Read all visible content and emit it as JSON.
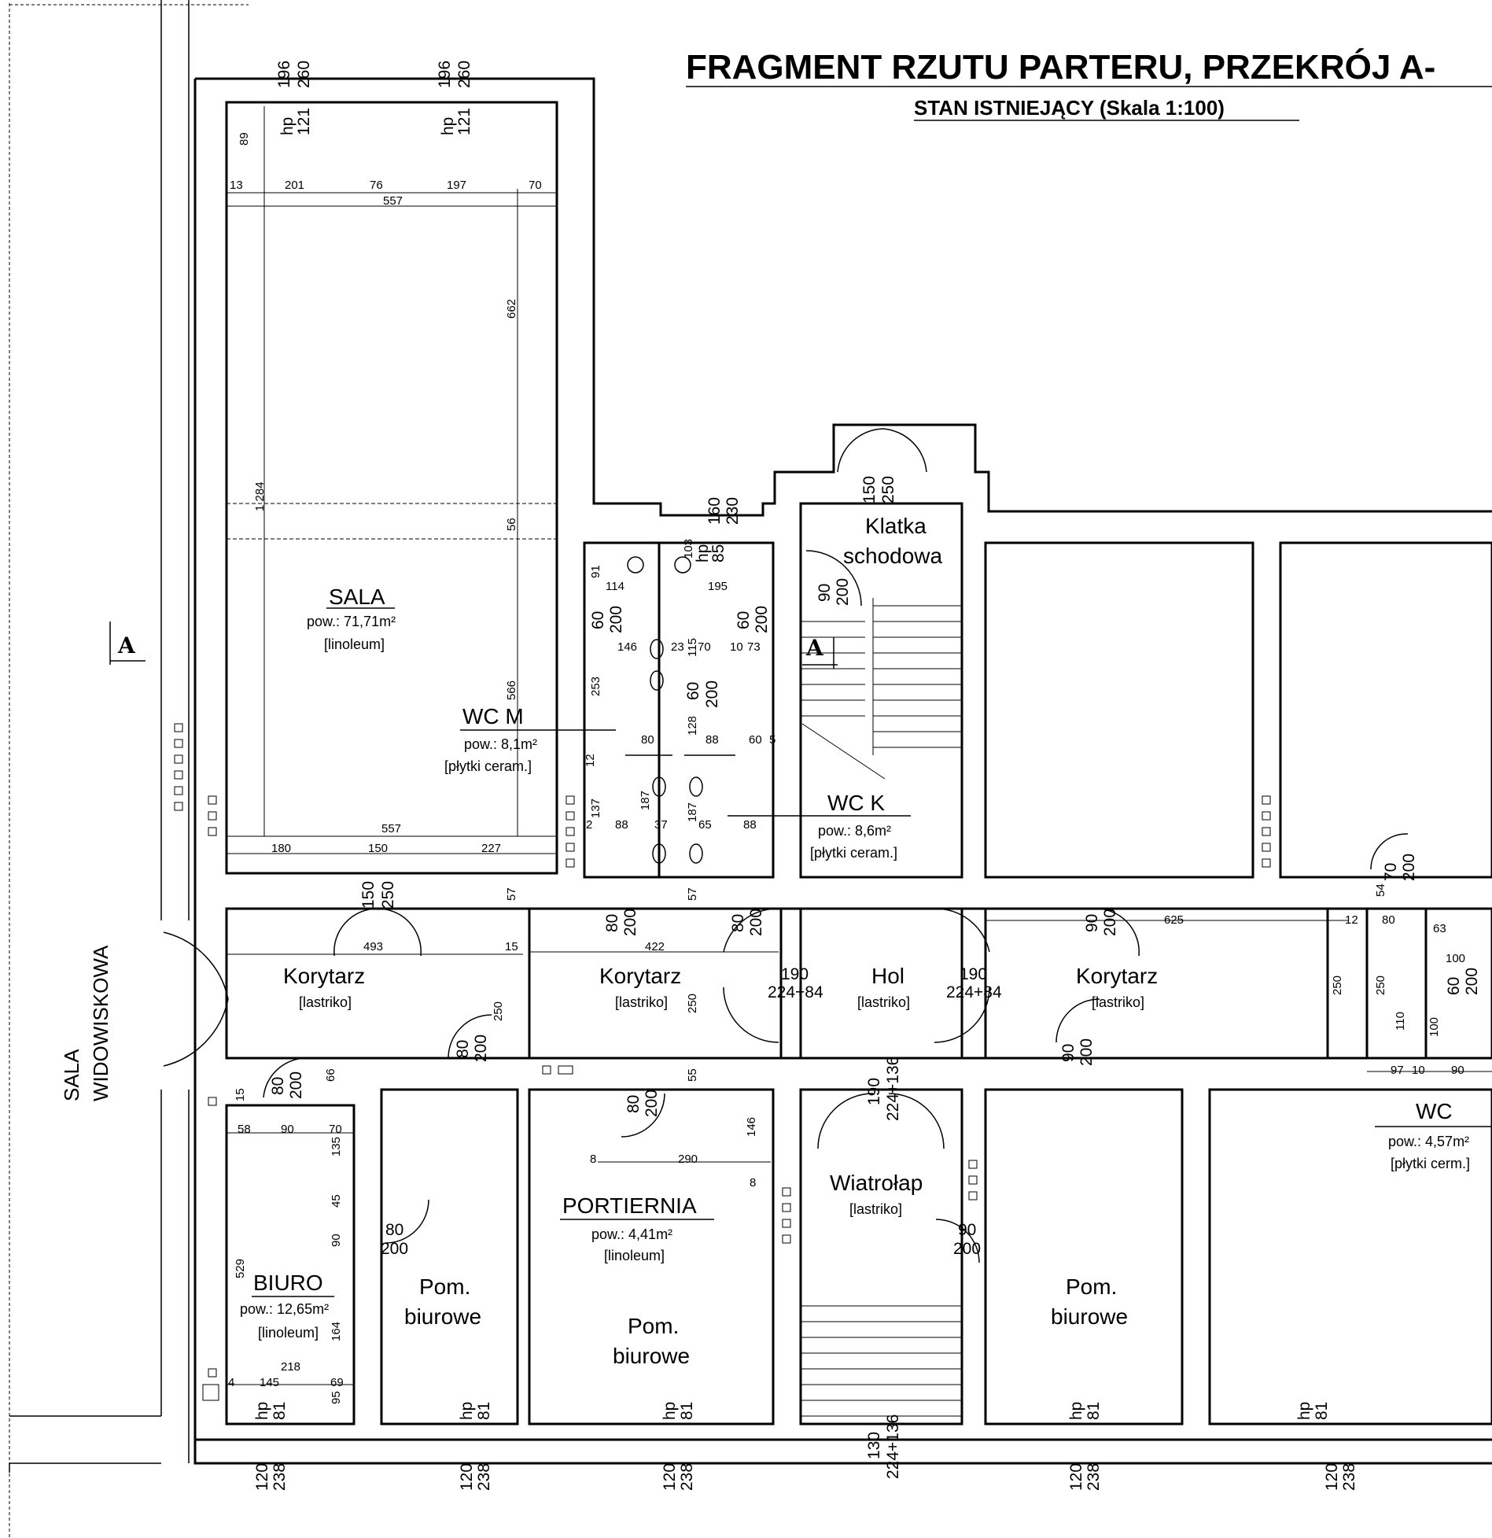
{
  "title": "FRAGMENT RZUTU PARTERU, PRZEKRÓJ A-",
  "subtitle": "STAN ISTNIEJĄCY  (Skala 1:100)",
  "side_label": [
    "SALA",
    "WIDOWISKOWA"
  ],
  "section_marker": "A",
  "rooms": {
    "sala": {
      "name": "SALA",
      "area": "pow.: 71,71m²",
      "floor": "[linoleum]"
    },
    "wc_m": {
      "name": "WC M",
      "area": "pow.: 8,1m²",
      "floor": "[płytki ceram.]"
    },
    "wc_k": {
      "name": "WC K",
      "area": "pow.: 8,6m²",
      "floor": "[płytki ceram.]"
    },
    "klatka": {
      "line1": "Klatka",
      "line2": "schodowa"
    },
    "korytarz1": {
      "name": "Korytarz",
      "floor": "[lastriko]"
    },
    "korytarz2": {
      "name": "Korytarz",
      "floor": "[lastriko]"
    },
    "korytarz3": {
      "name": "Korytarz",
      "floor": "[lastriko]"
    },
    "hol": {
      "name": "Hol",
      "floor": "[lastriko]"
    },
    "biuro": {
      "name": "BIURO",
      "area": "pow.: 12,65m²",
      "floor": "[linoleum]"
    },
    "portiernia": {
      "name": "PORTIERNIA",
      "area": "pow.: 4,41m²",
      "floor": "[linoleum]"
    },
    "wiatrolap": {
      "name": "Wiatrołap",
      "floor": "[lastriko]"
    },
    "wc": {
      "name": "WC",
      "area": "pow.: 4,57m²",
      "floor": "[płytki cerm.]"
    },
    "pom1": {
      "line1": "Pom.",
      "line2": "biurowe"
    },
    "pom2": {
      "line1": "Pom.",
      "line2": "biurowe"
    },
    "pom3": {
      "line1": "Pom.",
      "line2": "biurowe"
    }
  },
  "dimensions": {
    "d196": "196",
    "d260": "260",
    "hp": "hp",
    "d121": "121",
    "d89": "89",
    "d13": "13",
    "d201": "201",
    "d76": "76",
    "d197": "197",
    "d70": "70",
    "d557": "557",
    "d662": "662",
    "d1284": "1 284",
    "d56": "56",
    "d566": "566",
    "d180": "180",
    "d150": "150",
    "d227": "227",
    "d57": "57",
    "d493": "493",
    "d15": "15",
    "d250": "250",
    "d422": "422",
    "d190": "190",
    "d224_84": "224+84",
    "d160": "160",
    "d230": "230",
    "d103": "103",
    "d85": "85",
    "d91": "91",
    "d114": "114",
    "d195": "195",
    "d60": "60",
    "d200": "200",
    "d146": "146",
    "d23": "23",
    "d115": "115",
    "d73": "73",
    "d10": "10",
    "d253": "253",
    "d80": "80",
    "d128": "128",
    "d88": "88",
    "d5": "5",
    "d12": "12",
    "d137": "137",
    "d187": "187",
    "d37": "37",
    "d65": "65",
    "d2": "2",
    "d90": "90",
    "d625": "625",
    "d63": "63",
    "d100": "100",
    "d54": "54",
    "d110": "110",
    "d97": "97",
    "d66": "66",
    "d58": "58",
    "d135": "135",
    "d45": "45",
    "d529": "529",
    "d164": "164",
    "d218": "218",
    "d4": "4",
    "d145": "145",
    "d69": "69",
    "d95": "95",
    "d81": "81",
    "d120": "120",
    "d238": "238",
    "d290": "290",
    "d8": "8",
    "d55": "55",
    "d224_136": "224+136",
    "d130": "130"
  }
}
